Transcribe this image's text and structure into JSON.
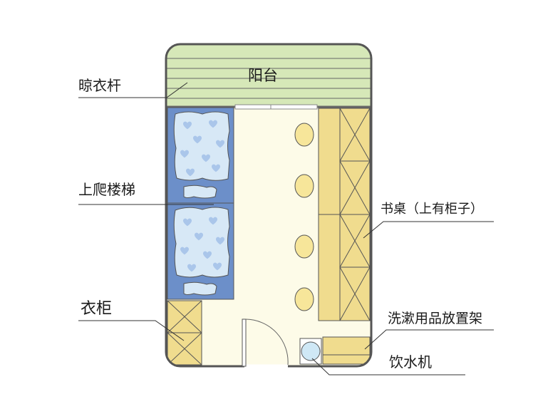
{
  "labels": {
    "balcony": "阳台",
    "clothesline": "晾衣杆",
    "ladder": "上爬楼梯",
    "wardrobe": "衣柜",
    "desk": "书桌（上有柜子）",
    "toiletry_rack": "洗漱用品放置架",
    "water_dispenser": "饮水机"
  },
  "colors": {
    "balcony": "#d6e8b8",
    "floor": "#fdfbe8",
    "bed_frame": "#6c8fc9",
    "bed_sheet": "#d7e8f6",
    "heart": "#aac6ea",
    "furniture": "#f0dc8e",
    "stool": "#f7e69a",
    "water_dispenser": "#cfe8f6",
    "outline": "#555555",
    "label_line": "#333333"
  },
  "icons": {
    "bed": "bed-icon",
    "stool": "stool-icon",
    "door": "door-icon",
    "water": "water-dispenser-icon"
  }
}
